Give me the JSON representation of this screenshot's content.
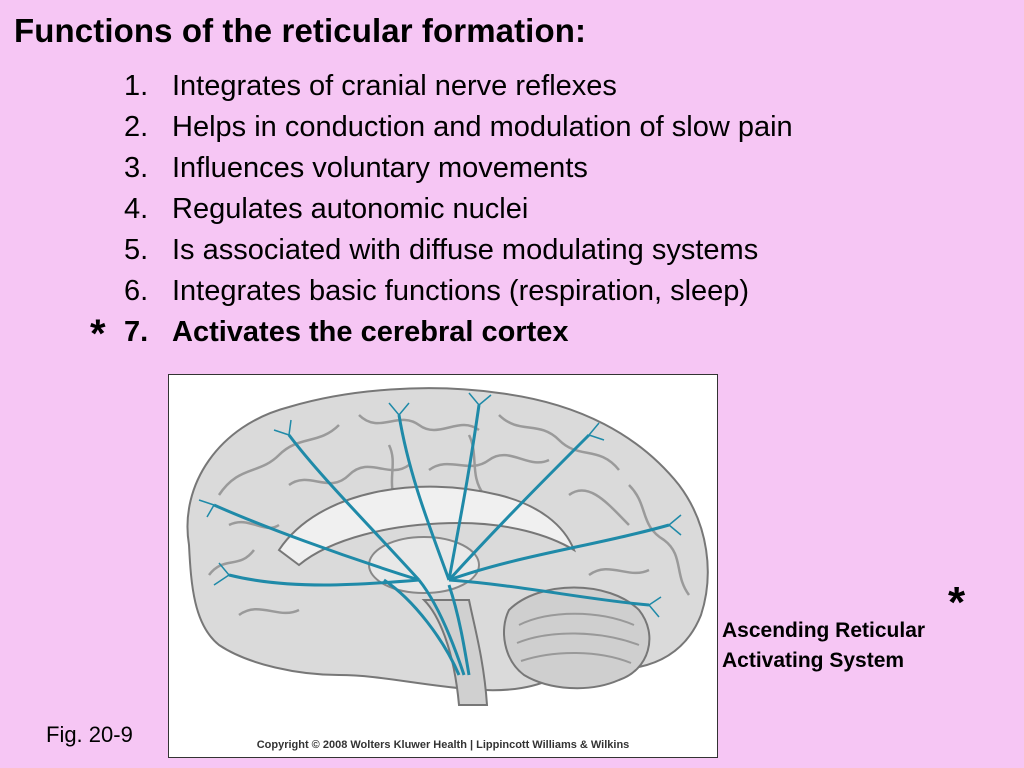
{
  "slide": {
    "title": "Functions of the reticular formation:",
    "items": [
      {
        "number": "1.",
        "text": "Integrates of cranial nerve reflexes"
      },
      {
        "number": "2.",
        "text": "Helps in conduction and modulation of slow pain"
      },
      {
        "number": "3.",
        "text": "Influences voluntary movements"
      },
      {
        "number": "4.",
        "text": "Regulates autonomic nuclei"
      },
      {
        "number": "5.",
        "text": "Is associated with diffuse modulating systems"
      },
      {
        "number": "6.",
        "text": "Integrates basic functions (respiration, sleep)"
      },
      {
        "number": "7.",
        "text": "Activates the cerebral cortex"
      }
    ],
    "highlight_marker": "*",
    "figure": {
      "copyright": "Copyright © 2008 Wolters Kluwer Health | Lippincott Williams & Wilkins",
      "caption_marker": "*",
      "caption_line1": "Ascending Reticular",
      "caption_line2": "Activating System",
      "label": "Fig. 20-9"
    },
    "colors": {
      "background": "#f6c6f4",
      "pathway": "#1f8aa8",
      "brain": "#d9d9d9"
    }
  }
}
